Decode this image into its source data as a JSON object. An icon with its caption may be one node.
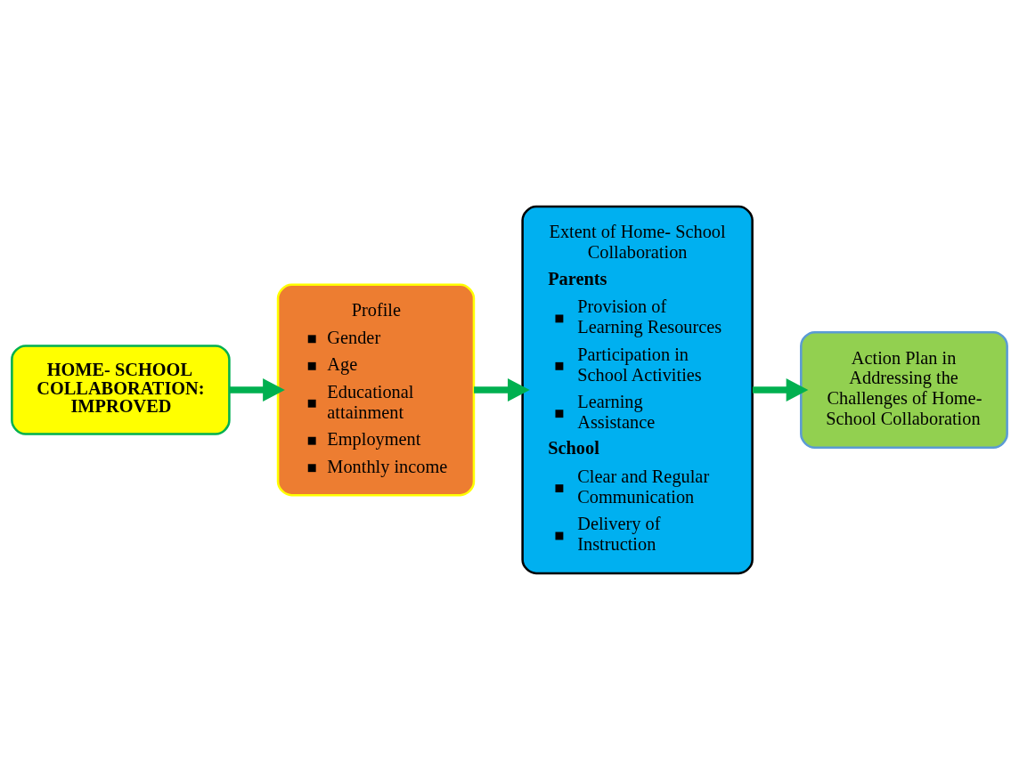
{
  "diagram": {
    "nodes": [
      {
        "text": [
          "HOME- SCHOOL COLLABORATION: IMPROVED"
        ]
      },
      {
        "text": [
          "Profile",
          "Gender",
          "Age",
          "Educational attainment",
          "Employment",
          "Monthly income"
        ]
      },
      {
        "text": [
          "Extent of Home- School Collaboration",
          "Parents",
          "Provision of Learning Resources",
          "Participation in School Activities",
          "Learning Assistance",
          "School",
          "Clear and Regular Communication",
          "Delivery of Instruction"
        ]
      },
      {
        "text": [
          "Action Plan in Addressing the Challenges of Home- School Collaboration"
        ]
      }
    ],
    "edges": [
      {
        "from": 0,
        "to": 1,
        "arrow": "to"
      },
      {
        "from": 1,
        "to": 2,
        "arrow": "to"
      },
      {
        "from": 2,
        "to": 3,
        "arrow": "to"
      }
    ]
  }
}
